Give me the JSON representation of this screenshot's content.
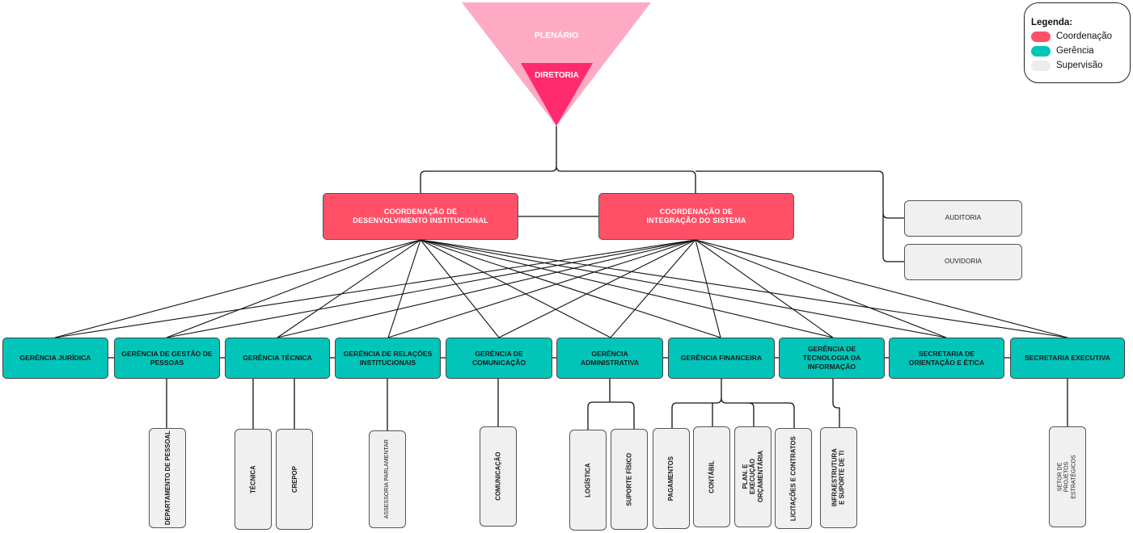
{
  "top": {
    "plenario": "PLENÁRIO",
    "diretoria": "DIRETORIA"
  },
  "coordenacoes": [
    {
      "line1": "COORDENAÇÃO DE",
      "line2": "DESENVOLVIMENTO INSTITUCIONAL"
    },
    {
      "line1": "COORDENAÇÃO DE",
      "line2": "INTEGRAÇÃO DO SISTEMA"
    }
  ],
  "supervisao": [
    "AUDITORIA",
    "OUVIDORIA"
  ],
  "gerencias": [
    "GERÊNCIA JURÍDICA",
    "GERÊNCIA DE GESTÃO DE PESSOAS",
    "GERÊNCIA TÉCNICA",
    "GERÊNCIA DE RELAÇÕES INSTITUCIONAIS",
    "GERÊNCIA DE COMUNICAÇÃO",
    "GERÊNCIA ADMINISTRATIVA",
    "GERÊNCIA FINANCEIRA",
    "GERÊNCIA DE TECNOLOGIA DA INFORMAÇÃO",
    "SECRETARIA DE ORIENTAÇÃO E ÉTICA",
    "SECRETARIA EXECUTIVA"
  ],
  "setores": [
    "DEPARTAMENTO DE PESSOAL",
    "TÉCNICA",
    "CREPOP",
    "ASSESSORIA PARLAMENTAR",
    "COMUNICAÇÃO",
    "LOGÍSTICA",
    "SUPORTE FÍSICO",
    "PAGAMENTOS",
    "CONTÁBIL",
    "PLAN. E EXECUÇÃO ORÇAMENTÁRIA",
    "LICITAÇÕES E CONTRATOS",
    "INFRAESTRUTURA E SUPORTE DE TI",
    "SETOR DE PROJETOS ESTRATÉGICOS"
  ],
  "legend": {
    "title": "Legenda:",
    "items": [
      {
        "label": "Coordenação",
        "color": "#ff5068"
      },
      {
        "label": "Gerência",
        "color": "#00c5b8"
      },
      {
        "label": "Supervisão",
        "color": "#ececec"
      }
    ]
  }
}
